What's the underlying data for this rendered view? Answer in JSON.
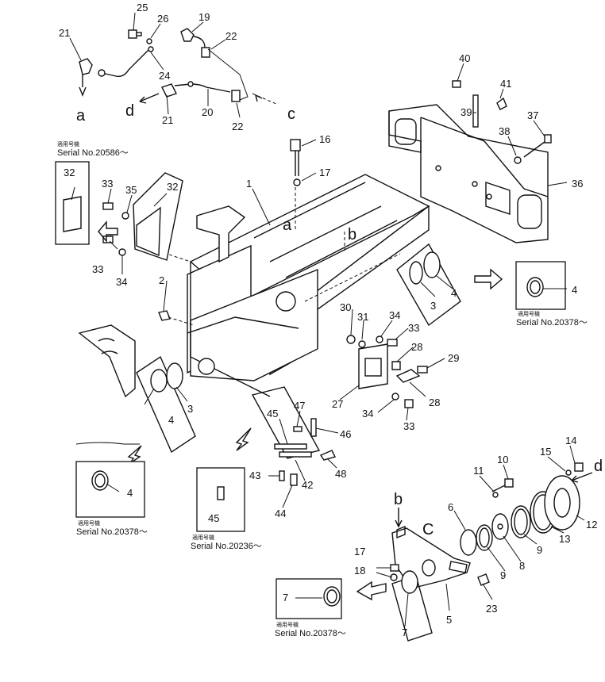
{
  "callouts": [
    {
      "id": "c25",
      "text": "25"
    },
    {
      "id": "c26",
      "text": "26"
    },
    {
      "id": "c19",
      "text": "19"
    },
    {
      "id": "c21a",
      "text": "21"
    },
    {
      "id": "c22a",
      "text": "22"
    },
    {
      "id": "c24",
      "text": "24"
    },
    {
      "id": "c21b",
      "text": "21"
    },
    {
      "id": "c20",
      "text": "20"
    },
    {
      "id": "c22b",
      "text": "22"
    },
    {
      "id": "c40",
      "text": "40"
    },
    {
      "id": "c41",
      "text": "41"
    },
    {
      "id": "c39",
      "text": "39"
    },
    {
      "id": "c38",
      "text": "38"
    },
    {
      "id": "c37",
      "text": "37"
    },
    {
      "id": "c36",
      "text": "36"
    },
    {
      "id": "c16",
      "text": "16"
    },
    {
      "id": "c17a",
      "text": "17"
    },
    {
      "id": "c1",
      "text": "1"
    },
    {
      "id": "c32a",
      "text": "32"
    },
    {
      "id": "c33a",
      "text": "33"
    },
    {
      "id": "c35",
      "text": "35"
    },
    {
      "id": "c32b",
      "text": "32"
    },
    {
      "id": "c33b",
      "text": "33"
    },
    {
      "id": "c34a",
      "text": "34"
    },
    {
      "id": "c2",
      "text": "2"
    },
    {
      "id": "c3a",
      "text": "3"
    },
    {
      "id": "c4a",
      "text": "4"
    },
    {
      "id": "c4b",
      "text": "4"
    },
    {
      "id": "c30",
      "text": "30"
    },
    {
      "id": "c31",
      "text": "31"
    },
    {
      "id": "c34b",
      "text": "34"
    },
    {
      "id": "c33c",
      "text": "33"
    },
    {
      "id": "c28a",
      "text": "28"
    },
    {
      "id": "c29",
      "text": "29"
    },
    {
      "id": "c28b",
      "text": "28"
    },
    {
      "id": "c27",
      "text": "27"
    },
    {
      "id": "c34c",
      "text": "34"
    },
    {
      "id": "c33d",
      "text": "33"
    },
    {
      "id": "c4c",
      "text": "4"
    },
    {
      "id": "c3b",
      "text": "3"
    },
    {
      "id": "c45a",
      "text": "45"
    },
    {
      "id": "c47",
      "text": "47"
    },
    {
      "id": "c46",
      "text": "46"
    },
    {
      "id": "c48",
      "text": "48"
    },
    {
      "id": "c43",
      "text": "43"
    },
    {
      "id": "c42",
      "text": "42"
    },
    {
      "id": "c44",
      "text": "44"
    },
    {
      "id": "c4d",
      "text": "4"
    },
    {
      "id": "c45b",
      "text": "45"
    },
    {
      "id": "c14",
      "text": "14"
    },
    {
      "id": "c10",
      "text": "10"
    },
    {
      "id": "c15",
      "text": "15"
    },
    {
      "id": "c11",
      "text": "11"
    },
    {
      "id": "c6",
      "text": "6"
    },
    {
      "id": "c9a",
      "text": "9"
    },
    {
      "id": "c13",
      "text": "13"
    },
    {
      "id": "c12",
      "text": "12"
    },
    {
      "id": "c8",
      "text": "8"
    },
    {
      "id": "c9b",
      "text": "9"
    },
    {
      "id": "c17b",
      "text": "17"
    },
    {
      "id": "c18",
      "text": "18"
    },
    {
      "id": "c5",
      "text": "5"
    },
    {
      "id": "c23",
      "text": "23"
    },
    {
      "id": "c7a",
      "text": "7"
    },
    {
      "id": "c7b",
      "text": "7"
    }
  ],
  "letters": {
    "a1": "a",
    "a2": "a",
    "b1": "b",
    "b2": "b",
    "c1": "c",
    "c2": "C",
    "d1": "d",
    "d2": "d"
  },
  "serials": {
    "s20586": "Serial No.20586～",
    "s20378a": "Serial No.20378～",
    "s20378b": "Serial No.20378～",
    "s20236": "Serial No.20236～",
    "s20378c": "Serial No.20378～"
  },
  "applicable_label": "適用号機",
  "colors": {
    "ink": "#111111",
    "paper": "#ffffff"
  }
}
